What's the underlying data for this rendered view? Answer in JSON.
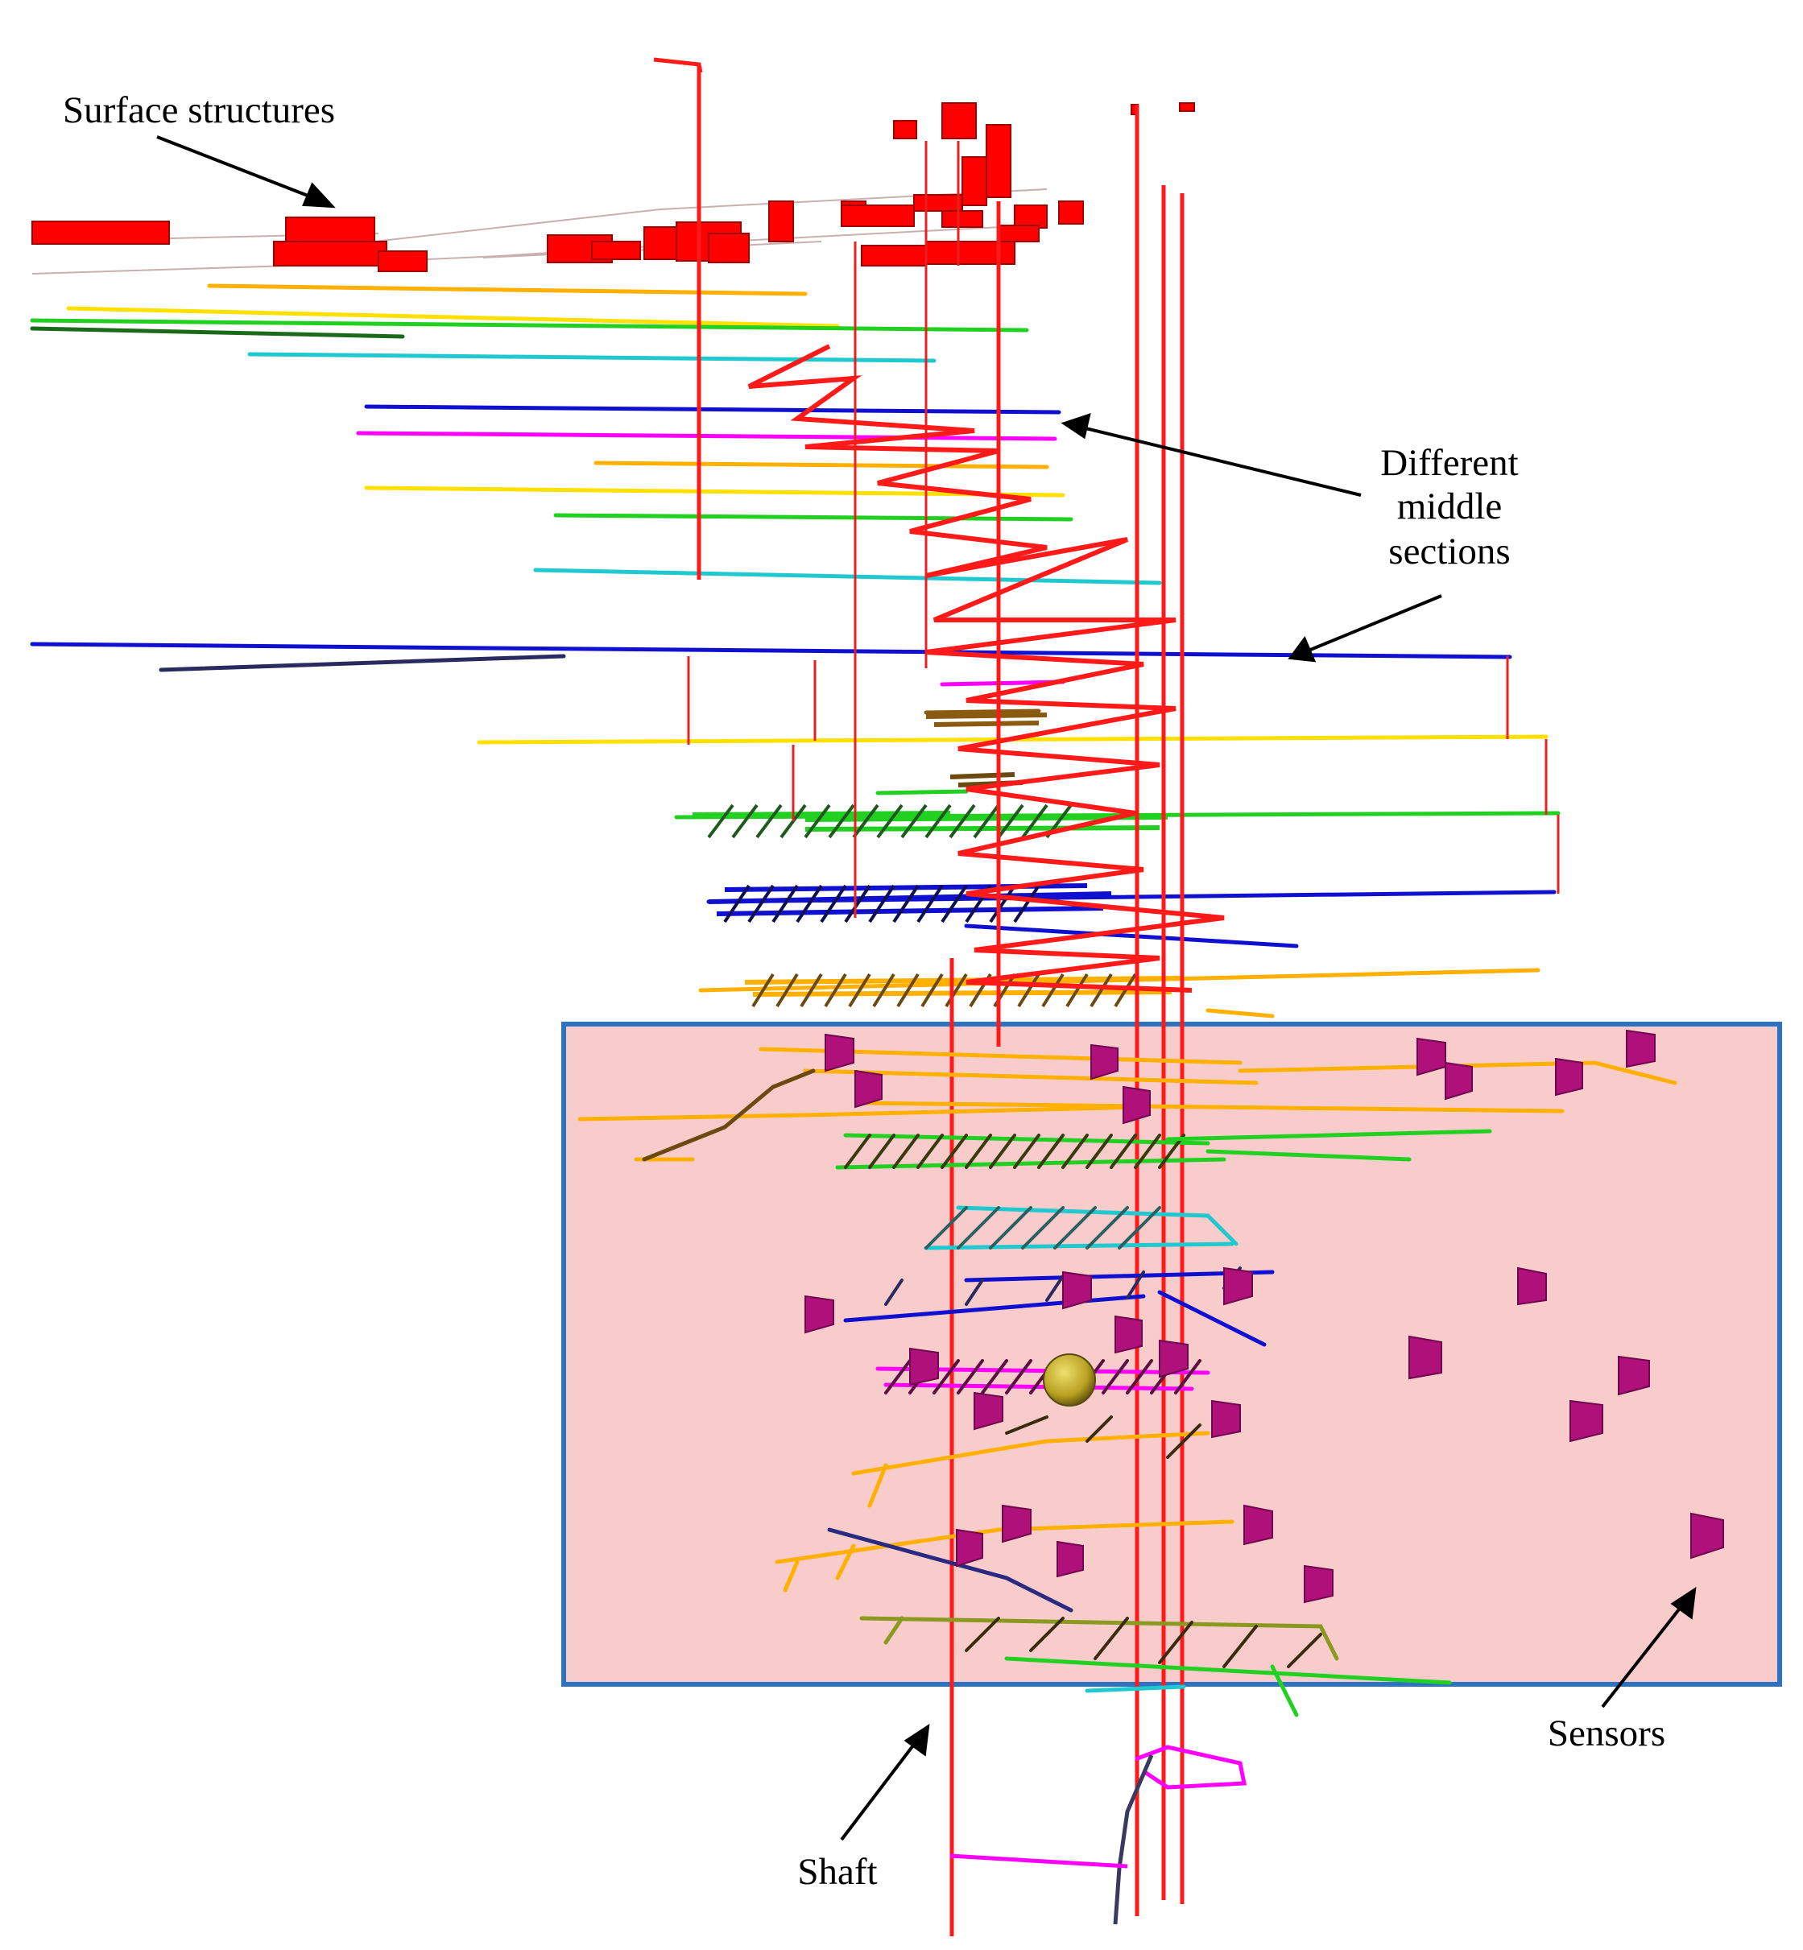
{
  "annotations": {
    "surface_structures": "Surface structures",
    "middle_sections_line1": "Different",
    "middle_sections_line2": "middle",
    "middle_sections_line3": "sections",
    "sensors": "Sensors",
    "shaft": "Shaft"
  },
  "colors": {
    "structures": "#ff0000",
    "shaft": "#ff1a1a",
    "level_yellow": "#ffe000",
    "level_green": "#22d022",
    "level_cyan": "#20c8d0",
    "level_blue": "#1010d0",
    "level_magenta": "#ff00ff",
    "level_orange": "#ffb000",
    "tunnel_dark": "#5a3a10",
    "region_fill": "#f9cccc",
    "region_border": "#2c73c4",
    "sensor": "#b0107a",
    "source": "#b8a020",
    "arrow": "#000000"
  }
}
